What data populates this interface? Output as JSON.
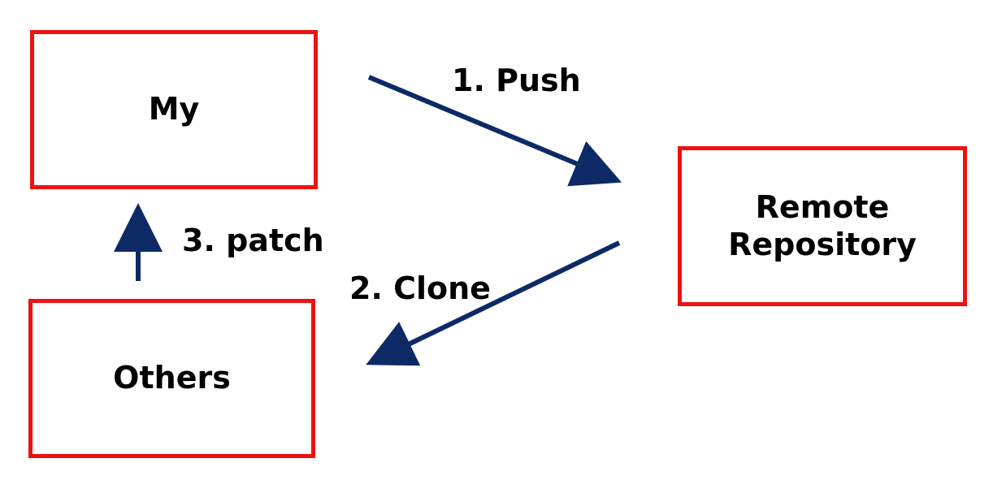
{
  "diagram": {
    "nodes": {
      "my": {
        "lines": [
          "My"
        ]
      },
      "others": {
        "lines": [
          "Others"
        ]
      },
      "remote": {
        "lines": [
          "Remote",
          "Repository"
        ]
      }
    },
    "edges": {
      "push": {
        "label": "1. Push",
        "from": "My",
        "to": "Remote Repository"
      },
      "clone": {
        "label": "2. Clone",
        "from": "Remote Repository",
        "to": "Others"
      },
      "patch": {
        "label": "3. patch",
        "from": "Others",
        "to": "My"
      }
    },
    "colors": {
      "box_border": "#ee1111",
      "arrow": "#0d2a66",
      "text": "#000000"
    }
  }
}
